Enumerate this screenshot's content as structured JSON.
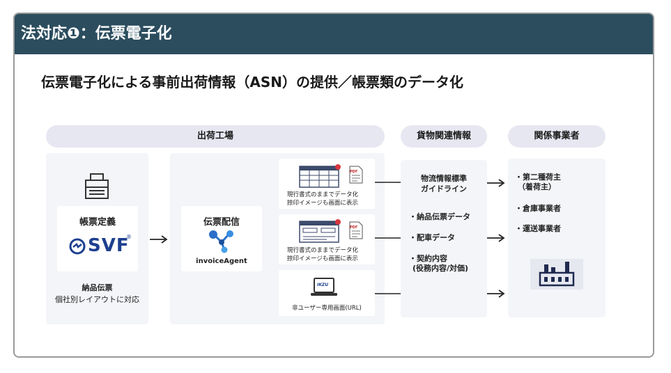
{
  "header": {
    "title": "法対応❶：伝票電子化"
  },
  "subtitle": "伝票電子化による事前出荷情報（ASN）の提供／帳票類のデータ化",
  "columns": {
    "factory": "出荷工場",
    "cargo_info": "貨物関連情報",
    "parties": "関係事業者"
  },
  "svf_panel": {
    "definition_label": "帳票定義",
    "logo_text": "SVF",
    "logo_mark": "®",
    "desc_line1": "納品伝票",
    "desc_line2": "個社別レイアウトに対応"
  },
  "invoice_agent": {
    "label": "伝票配信",
    "logo_text": "invoiceAgent"
  },
  "outputs": [
    {
      "line1": "現行書式のままでデータ化",
      "line2": "捺印イメージも画面に表示"
    },
    {
      "line1": "現行書式のままでデータ化",
      "line2": "捺印イメージも画面に表示"
    },
    {
      "line1": "非ユーザー専用画面(URL)"
    }
  ],
  "laptop_brand": "IKZU",
  "pdf_label": "PDF",
  "cargo": {
    "guideline_line1": "物流情報標準",
    "guideline_line2": "ガイドライン",
    "items": [
      "・納品伝票データ",
      "・配車データ",
      "・契約内容"
    ],
    "item3_sub": "(役務内容/対価)"
  },
  "parties": {
    "item1": "・第二種荷主",
    "item1_sub": "（着荷主）",
    "item2": "・倉庫事業者",
    "item3": "・運送事業者"
  },
  "colors": {
    "header_bg": "#2b4d5e",
    "pill_bg": "#e6e7f1",
    "panel_bg": "#f3f5f8",
    "svf_blue": "#1d3f8f",
    "agent_blue": "#2a6fc9"
  }
}
